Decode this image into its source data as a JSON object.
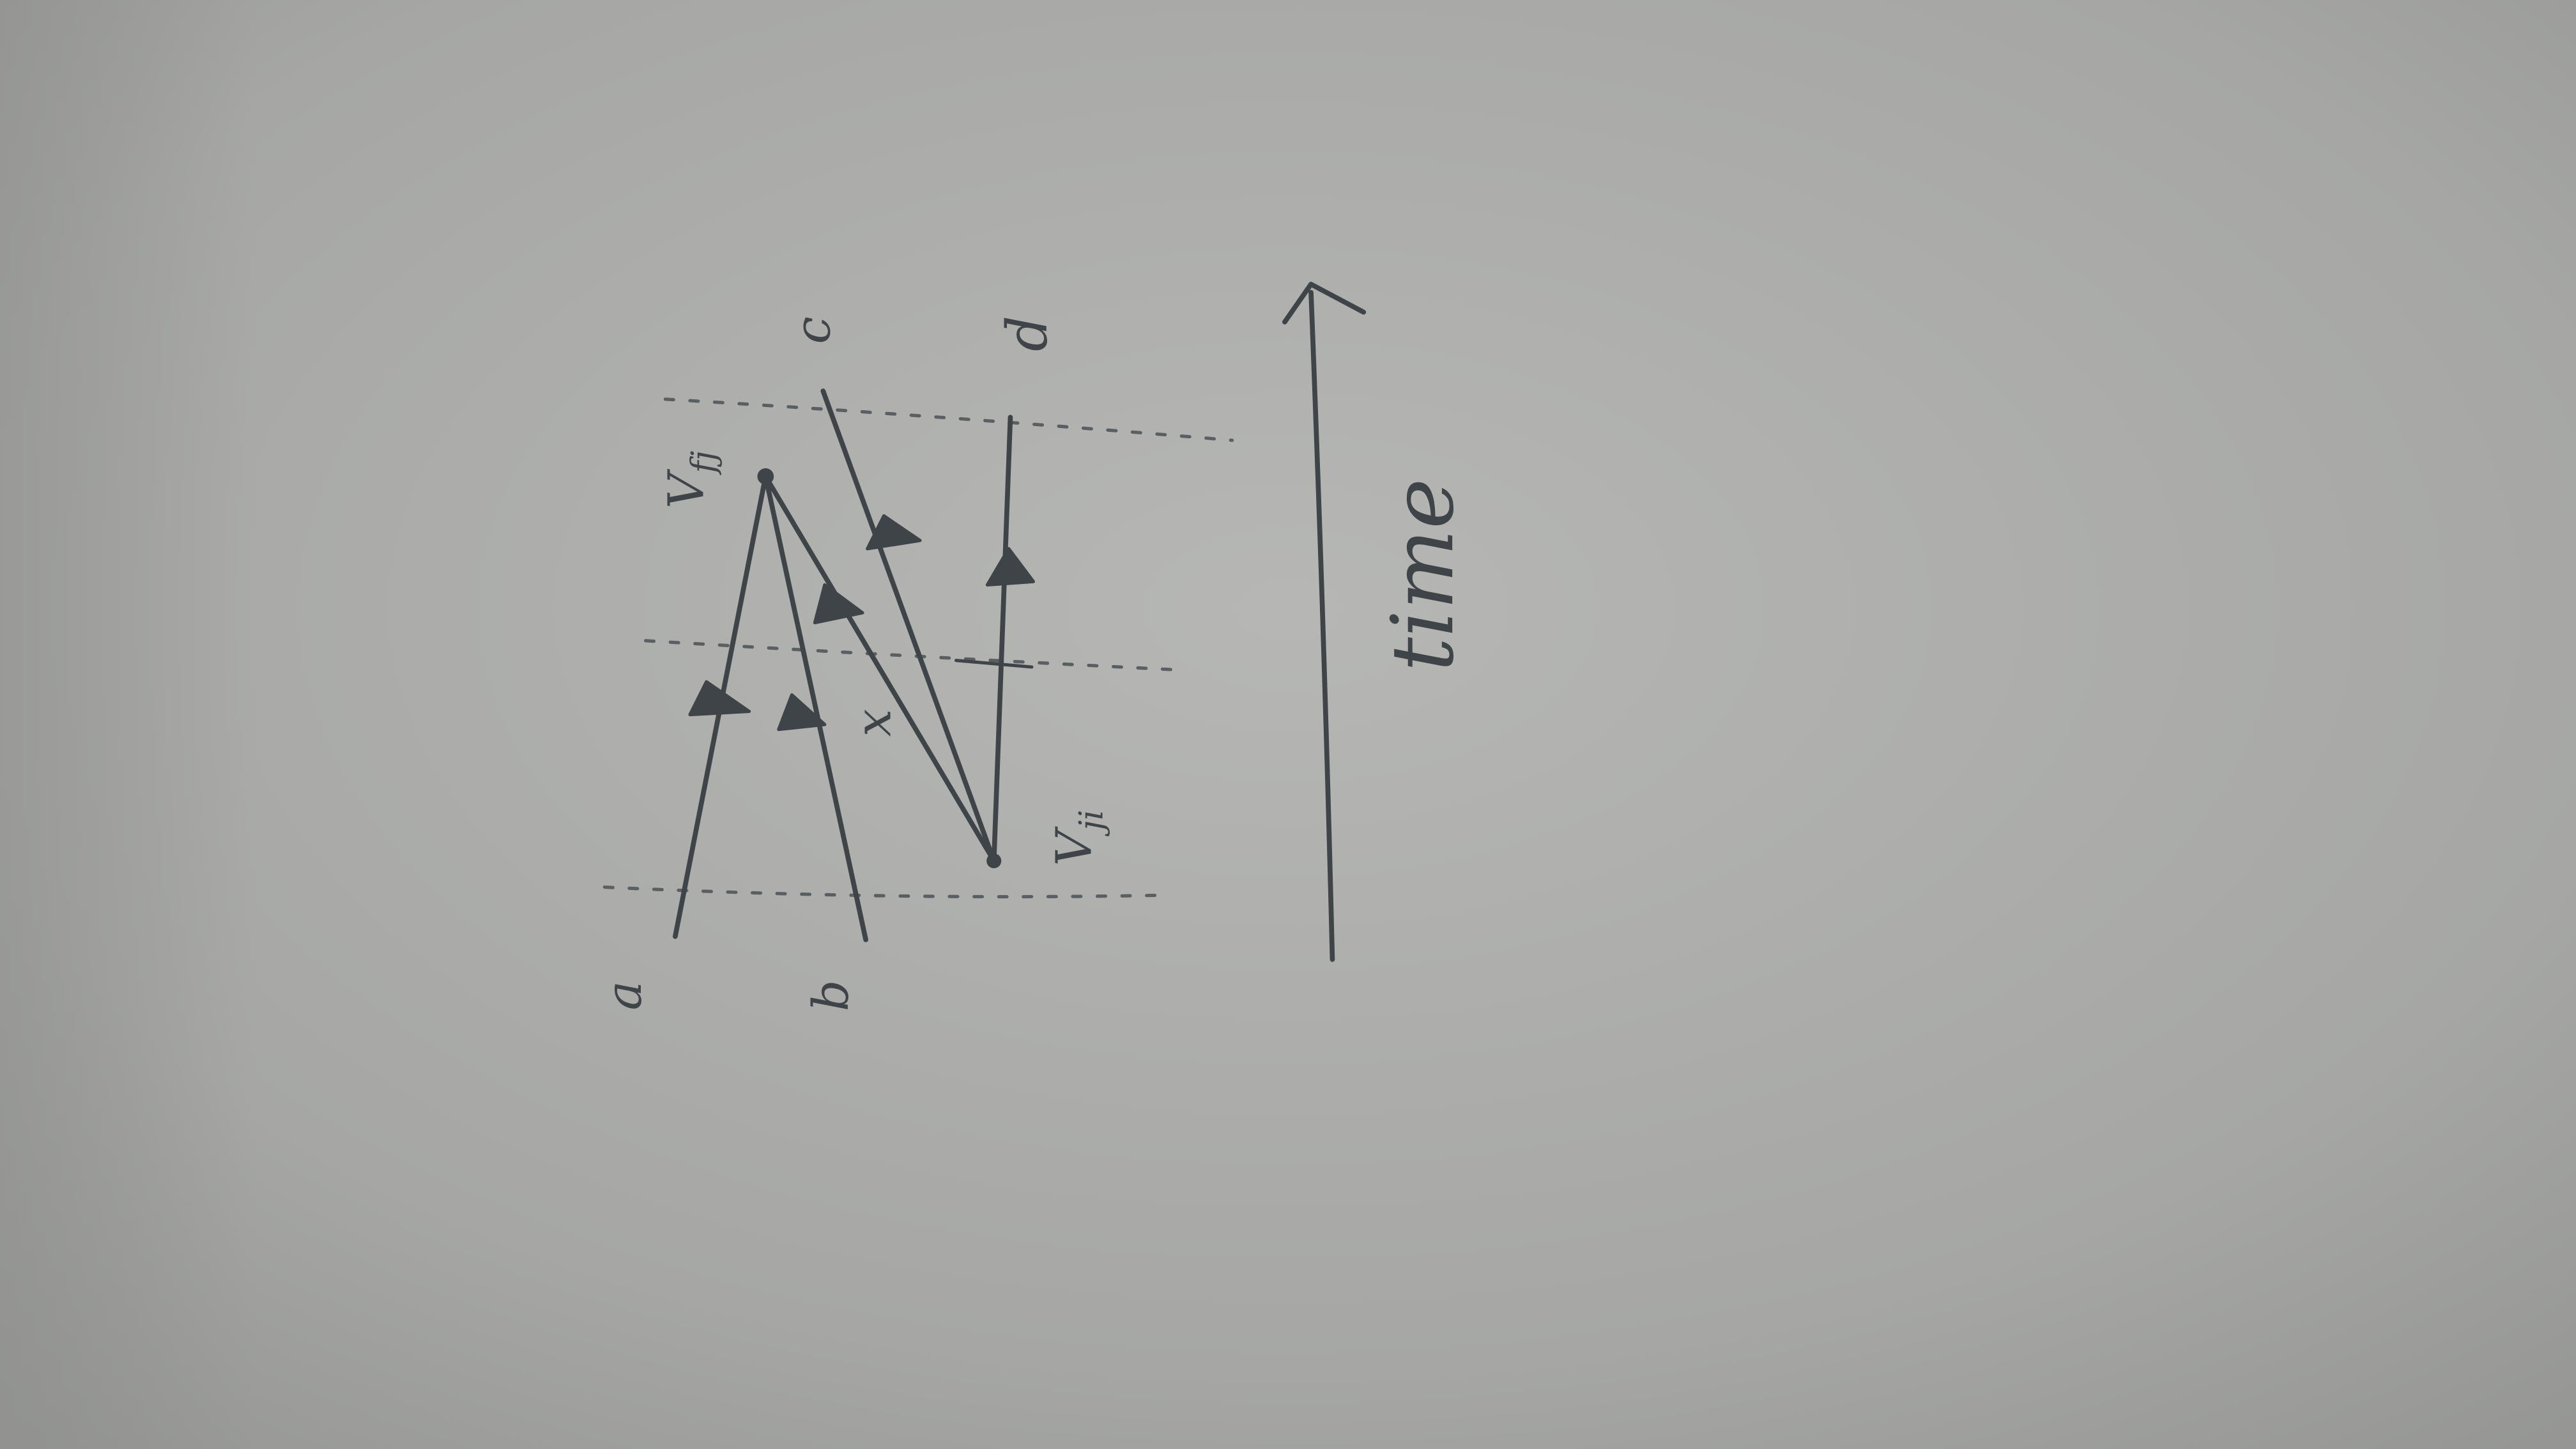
{
  "diagram": {
    "external_lines": [
      {
        "id": "a",
        "label": "a"
      },
      {
        "id": "b",
        "label": "b"
      },
      {
        "id": "c",
        "label": "c"
      },
      {
        "id": "d",
        "label": "d"
      }
    ],
    "vertices": [
      {
        "id": "v-top",
        "label": "V",
        "subscript": "fj"
      },
      {
        "id": "v-bottom",
        "label": "V",
        "subscript": "ji"
      }
    ],
    "internal_label": "x",
    "axis_label": "time"
  },
  "colors": {
    "paper": "#a9aaa8",
    "ink": "#3f4448",
    "guide_ink": "#5a5f63"
  }
}
